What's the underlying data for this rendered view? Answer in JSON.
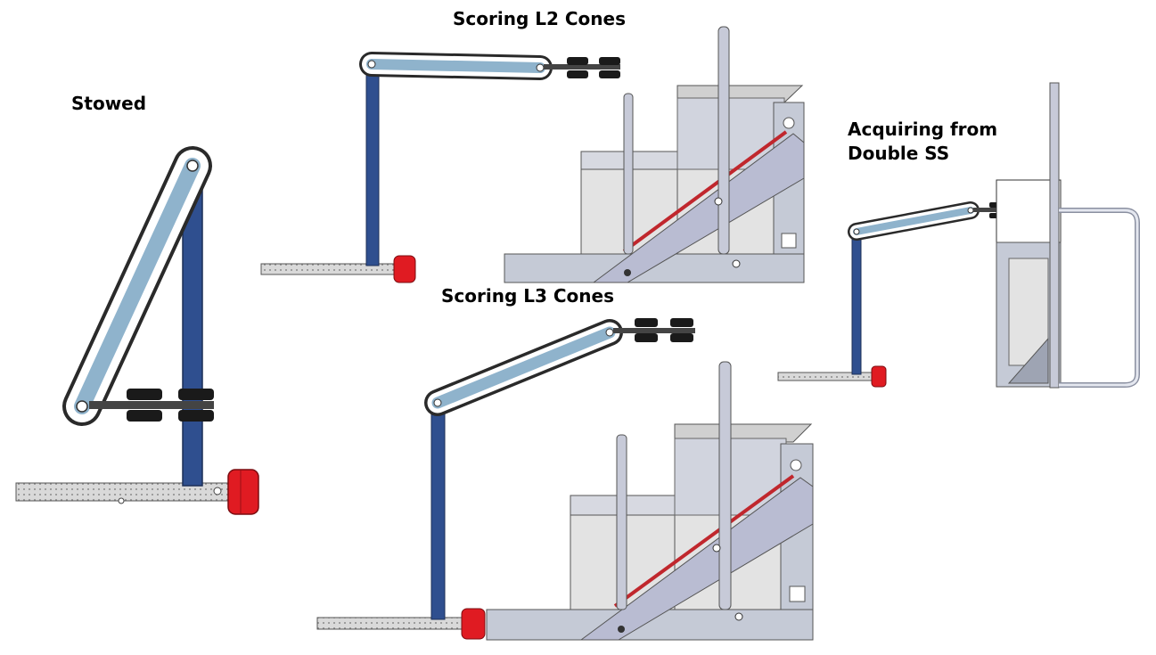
{
  "labels": {
    "stowed": "Stowed",
    "scoring_l2": "Scoring L2 Cones",
    "scoring_l3": "Scoring L3 Cones",
    "acquiring": "Acquiring from\nDouble SS"
  },
  "colors": {
    "tower": "#2f4f8f",
    "arm": "#8fb3cc",
    "belt": "#2a2a2a",
    "frame": "#c5cad6",
    "frame_dark": "#9ea4b3",
    "panel": "#e3e3e3",
    "ramp": "#b9bcd2",
    "ramp_red": "#c0272d",
    "gripper": "#e01b22",
    "rail": "#d4d4d4",
    "wheel": "#1a1a1a",
    "pole": "#c7cad8"
  },
  "icons": [
    "roller-wheel",
    "gripper-block",
    "pivot-pulley"
  ]
}
